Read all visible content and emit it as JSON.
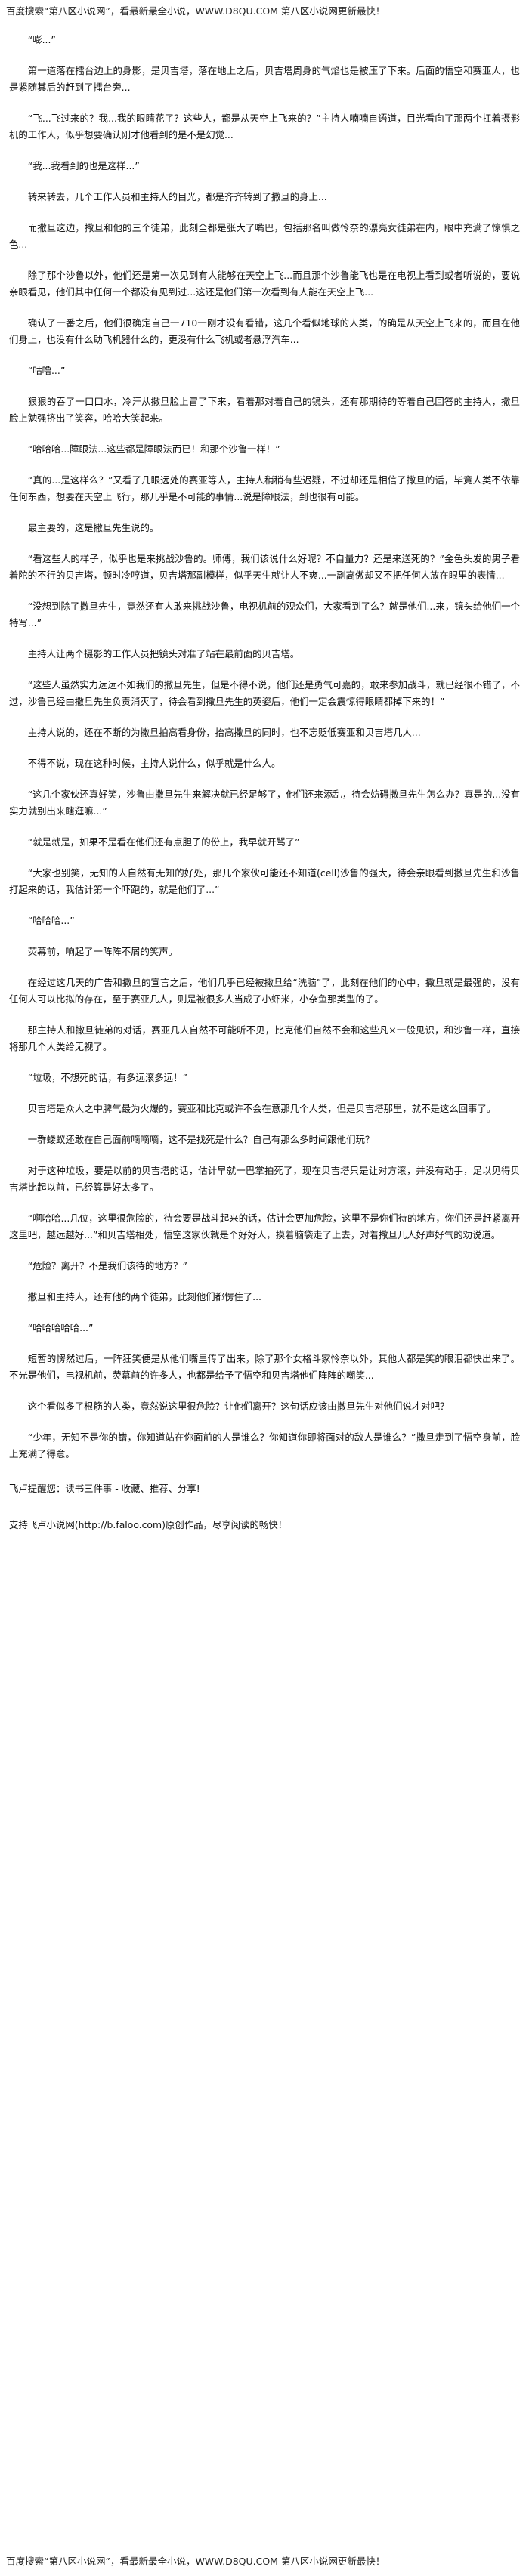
{
  "banner": {
    "text": "百度搜索“第八区小说网”，看最新最全小说，WWW.D8QU.COM  第八区小说网更新最快！"
  },
  "paragraphs": [
    "“嘭...”",
    "第一道落在擂台边上的身影，是贝吉塔，落在地上之后，贝吉塔周身的气焰也是被压了下来。后面的悟空和赛亚人，也是紧随其后的赶到了擂台旁...",
    "“飞...飞过来的？我...我的眼睛花了？这些人，都是从天空上飞来的？”主持人喃喃自语道，目光看向了那两个扛着摄影机的工作人，似乎想要确认刚才他看到的是不是幻觉...",
    "“我...我看到的也是这样...”",
    "转来转去，几个工作人员和主持人的目光，都是齐齐转到了撒旦的身上...",
    "而撒旦这边，撒旦和他的三个徒弟，此刻全都是张大了嘴巴，包括那名叫做怜奈的漂亮女徒弟在内，眼中充满了惊惧之色...",
    "除了那个沙鲁以外，他们还是第一次见到有人能够在天空上飞...而且那个沙鲁能飞也是在电视上看到或者听说的，要说亲眼看见，他们其中任何一个都没有见到过...这还是他们第一次看到有人能在天空上飞...",
    "确认了一番之后，他们很确定自己一710一刚才没有看错，这几个看似地球的人类，的确是从天空上飞来的，而且在他们身上，也没有什么助飞机器什么的，更没有什么飞机或者悬浮汽车...",
    "“咕噜...”",
    "狠狠的吞了一口口水，冷汗从撒旦脸上冒了下来，看着那对着自己的镜头，还有那期待的等着自己回答的主持人，撒旦脸上勉强挤出了笑容，哈哈大笑起来。",
    "“哈哈哈...障眼法...这些都是障眼法而已！和那个沙鲁一样！”",
    "“真的...是这样么？”又看了几眼远处的赛亚等人，主持人稍稍有些迟疑，不过却还是相信了撒旦的话，毕竟人类不依靠任何东西，想要在天空上飞行，那几乎是不可能的事情...说是障眼法，到也很有可能。",
    "最主要的，这是撒旦先生说的。",
    "“看这些人的样子，似乎也是来挑战沙鲁的。师傅，我们该说什么好呢？不自量力？还是来送死的？”金色头发的男子看着陀的不行的贝吉塔，顿时冷哼道，贝吉塔那副模样，似乎天生就让人不爽...一副高傲却又不把任何人放在眼里的表情...",
    "“没想到除了撒旦先生，竟然还有人敢来挑战沙鲁，电视机前的观众们，大家看到了么？就是他们...来，镜头给他们一个特写...”",
    "主持人让两个摄影的工作人员把镜头对准了站在最前面的贝吉塔。",
    "“这些人虽然实力远远不如我们的撒旦先生，但是不得不说，他们还是勇气可嘉的，敢来参加战斗，就已经很不错了，不过，沙鲁已经由撒旦先生负责消灭了，待会看到撒旦先生的英姿后，他们一定会震惊得眼睛都掉下来的！”",
    "主持人说的，还在不断的为撒旦拍高看身份，抬高撒旦的同时，也不忘贬低赛亚和贝吉塔几人...",
    "不得不说，现在这种时候，主持人说什么，似乎就是什么人。",
    "“这几个家伙还真好笑，沙鲁由撒旦先生来解决就已经足够了，他们还来添乱，待会妨碍撒旦先生怎么办？真是的...没有实力就别出来瞎逛嘛...”",
    "“就是就是，如果不是看在他们还有点胆子的份上，我早就开骂了”",
    "“大家也别笑，无知的人自然有无知的好处，那几个家伙可能还不知道(cell)沙鲁的强大，待会亲眼看到撒旦先生和沙鲁打起来的话，我估计第一个吓跑的，就是他们了...”",
    "“哈哈哈...”",
    "荧幕前，响起了一阵阵不屑的笑声。",
    "在经过这几天的广告和撒旦的宣言之后，他们几乎已经被撒旦给“洗脑”了，此刻在他们的心中，撒旦就是最强的，没有任何人可以比拟的存在，至于赛亚几人，则是被很多人当成了小虾米，小杂鱼那类型的了。",
    "那主持人和撒旦徒弟的对话，赛亚几人自然不可能听不见，比克他们自然不会和这些凡×一般见识，和沙鲁一样，直接将那几个人类给无视了。",
    "“垃圾，不想死的话，有多远滚多远！”",
    "贝吉塔是众人之中脾气最为火爆的，赛亚和比克或许不会在意那几个人类，但是贝吉塔那里，就不是这么回事了。",
    "一群蝼蚁还敢在自己面前嘀嘀嘀，这不是找死是什么？自己有那么多时间跟他们玩？",
    "对于这种垃圾，要是以前的贝吉塔的话，估计早就一巴掌拍死了，现在贝吉塔只是让对方滚，并没有动手，足以见得贝吉塔比起以前，已经算是好太多了。",
    "“啊哈哈...几位，这里很危险的，待会要是战斗起来的话，估计会更加危险，这里不是你们待的地方，你们还是赶紧离开这里吧，越远越好...”和贝吉塔相处，悟空这家伙就是个好好人，摸着脑袋走了上去，对着撒旦几人好声好气的劝说道。",
    "“危险？离开？不是我们该待的地方？”",
    "撒旦和主持人，还有他的两个徒弟，此刻他们都愣住了...",
    "“哈哈哈哈哈...”",
    "短暂的愣然过后，一阵狂笑便是从他们嘴里传了出来，除了那个女格斗家怜奈以外，其他人都是笑的眼泪都快出来了。不光是他们，电视机前，荧幕前的许多人，也都是给予了悟空和贝吉塔他们阵阵的嘲笑...",
    "这个看似多了根筋的人类，竟然说这里很危险？让他们离开？这句话应该由撒旦先生对他们说才对吧？",
    "“少年，无知不是你的错，你知道站在你面前的人是谁么？你知道你即将面对的敌人是谁么？”撒旦走到了悟空身前，脸上充满了得意。"
  ],
  "note": "飞卢提醒您：读书三件事 - 收藏、推荐、分享!",
  "footer": {
    "prefix": "支持飞卢小说网(",
    "link": "http://b.faloo.com",
    "suffix": ")原创作品，尽享阅读的畅快！"
  }
}
